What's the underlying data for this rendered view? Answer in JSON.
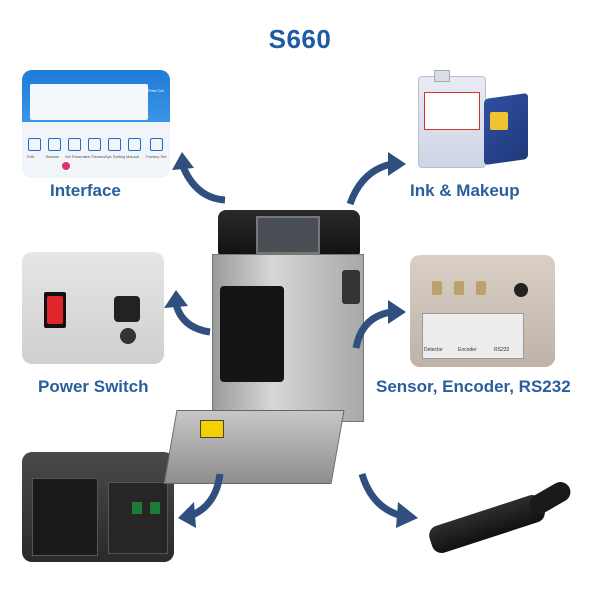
{
  "page": {
    "title": "S660"
  },
  "features": {
    "interface": "Interface",
    "ink_makeup": "Ink & Makeup",
    "power_switch": "Power Switch",
    "sensor": "Sensor, Encoder, RS232"
  },
  "interface_panel": {
    "buttons": [
      "Edit",
      "Browse",
      "Sel Params",
      "Ink Params",
      "Sys Setting",
      "Manual",
      "Factory Set"
    ],
    "top_right": "Print Cnt"
  },
  "sensor_panel": {
    "ports": [
      "Detector",
      "Encoder",
      "RS232"
    ]
  },
  "colors": {
    "title": "#1f5aa6",
    "label": "#2a5f9e",
    "arrow": "#2f4f7f"
  }
}
